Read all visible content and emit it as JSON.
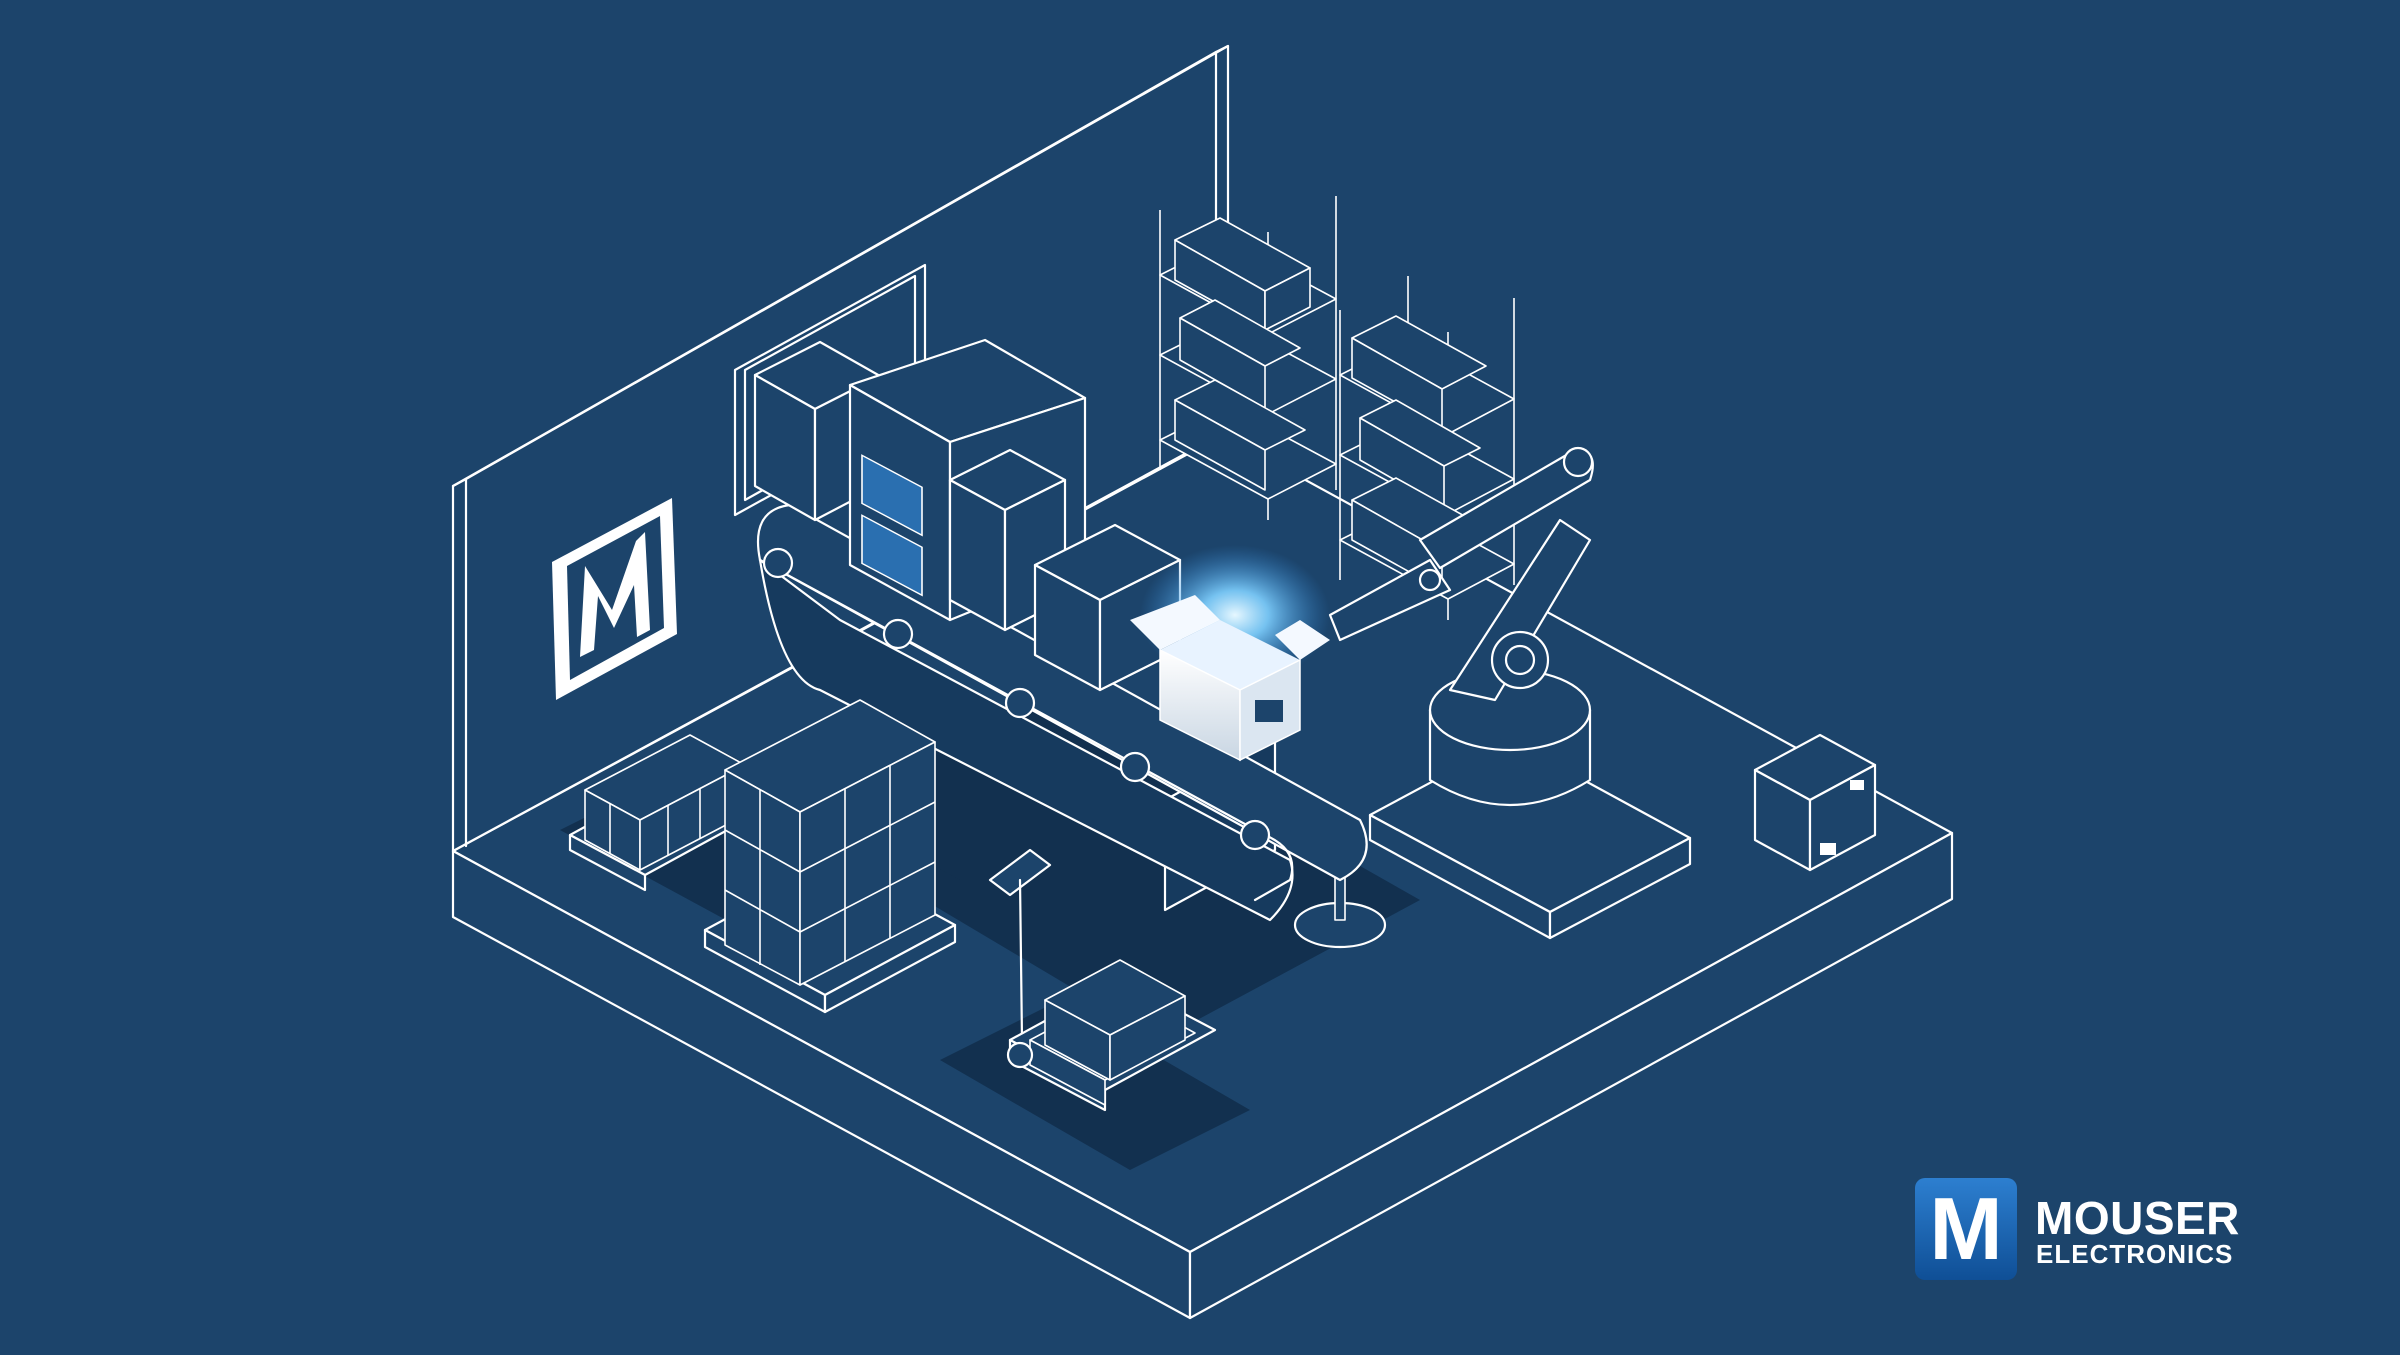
{
  "scene": {
    "background_color": "#1c446b",
    "line_color": "#ffffff",
    "glow_color": "#7fd0ff",
    "objects": [
      "warehouse-floor",
      "back-wall",
      "wall-logo-sign",
      "storage-shelving",
      "conveyor-belt",
      "open-box-glow",
      "robotic-arm",
      "pallet-stacks",
      "pallet-jack",
      "single-box"
    ]
  },
  "brand": {
    "mark_letter": "M",
    "name": "MOUSER",
    "sub": "ELECTRONICS",
    "mark_color_top": "#2d7fd0",
    "mark_color_bottom": "#0f4f96"
  },
  "wall_sign": {
    "letter": "M"
  }
}
